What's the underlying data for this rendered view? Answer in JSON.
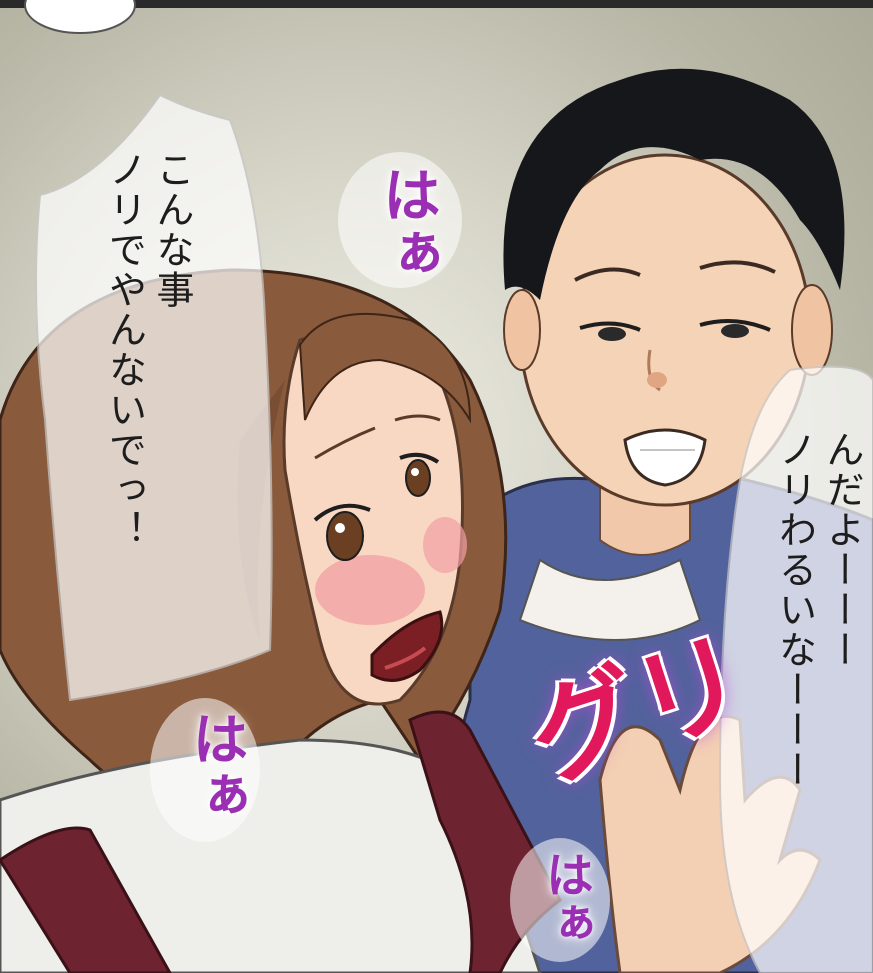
{
  "speech": {
    "girl_bubble_text": "こんな事\nノリでやんないでっ！",
    "boy_bubble_text": "んだよーーー\nノリわるいなーーー"
  },
  "sfx": {
    "haa_top": "はぁ",
    "haa_left": "はぁ",
    "haa_bottom": "はぁ",
    "gui": "グリ"
  },
  "colors": {
    "background": "#b8b7a6",
    "sfx_purple": "#9a2fb4",
    "sfx_pink": "#e2185d",
    "hoodie": "#52629c",
    "hair_girl": "#8a5a3c",
    "apron": "#6e2330"
  }
}
